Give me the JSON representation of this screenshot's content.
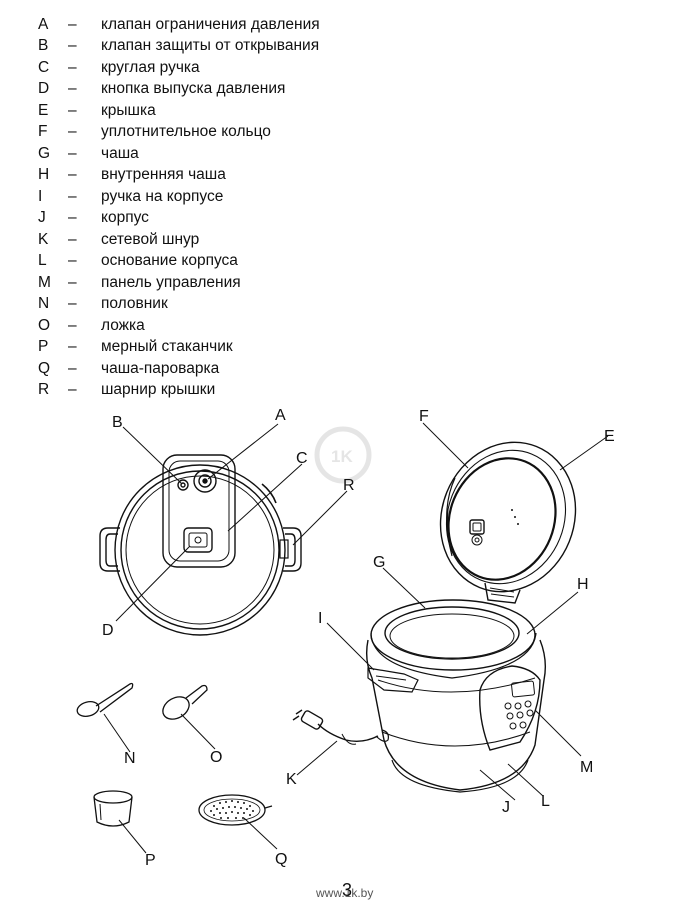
{
  "legend": [
    {
      "letter": "A",
      "dash": "–",
      "text": "клапан ограничения давления"
    },
    {
      "letter": "B",
      "dash": "–",
      "text": "клапан защиты от открывания"
    },
    {
      "letter": "C",
      "dash": "–",
      "text": "круглая ручка"
    },
    {
      "letter": "D",
      "dash": "–",
      "text": "кнопка выпуска давления"
    },
    {
      "letter": "E",
      "dash": "–",
      "text": "крышка"
    },
    {
      "letter": "F",
      "dash": "–",
      "text": "уплотнительное кольцо"
    },
    {
      "letter": "G",
      "dash": "–",
      "text": "чаша"
    },
    {
      "letter": "H",
      "dash": "–",
      "text": "внутренняя чаша"
    },
    {
      "letter": "I",
      "dash": "–",
      "text": "ручка на корпусе"
    },
    {
      "letter": "J",
      "dash": "–",
      "text": "корпус"
    },
    {
      "letter": "K",
      "dash": "–",
      "text": "сетевой шнур"
    },
    {
      "letter": "L",
      "dash": "–",
      "text": "основание корпуса"
    },
    {
      "letter": "M",
      "dash": "–",
      "text": "панель управления"
    },
    {
      "letter": "N",
      "dash": "–",
      "text": "половник"
    },
    {
      "letter": "O",
      "dash": "–",
      "text": "ложка"
    },
    {
      "letter": "P",
      "dash": "–",
      "text": "мерный стаканчик"
    },
    {
      "letter": "Q",
      "dash": "–",
      "text": "чаша-пароварка"
    },
    {
      "letter": "R",
      "dash": "–",
      "text": "шарнир крышки"
    }
  ],
  "callouts": {
    "A": "A",
    "B": "B",
    "C": "C",
    "D": "D",
    "R": "R",
    "E": "E",
    "F": "F",
    "G": "G",
    "H": "H",
    "I": "I",
    "J": "J",
    "K": "K",
    "L": "L",
    "M": "M",
    "N": "N",
    "O": "O",
    "P": "P",
    "Q": "Q"
  },
  "watermark_logo": "1K",
  "footer": {
    "site": "www.1k.by",
    "page_number": "3"
  }
}
